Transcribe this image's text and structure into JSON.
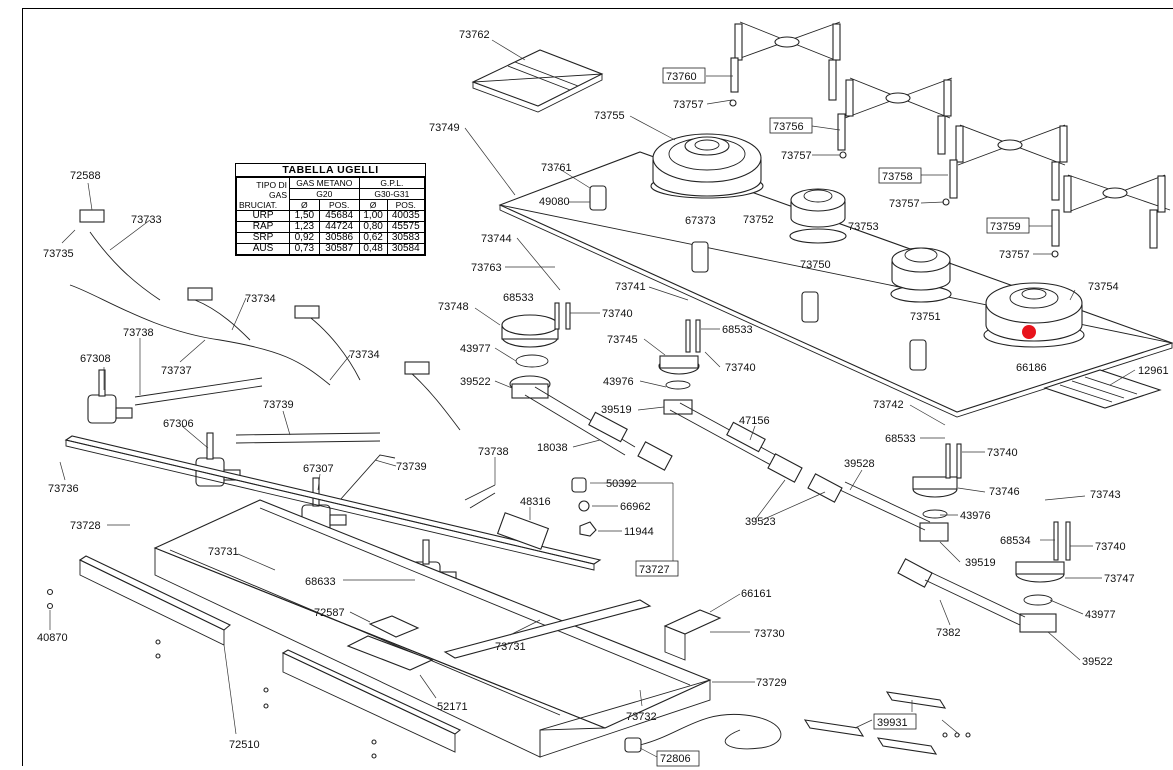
{
  "legend": {
    "title": "TABELLA UGELLI",
    "col_tipo": "TIPO DI",
    "col_gas": "GAS",
    "col_bruciat": "BRUCIAT.",
    "gas1_name": "GAS METANO",
    "gas1_code": "G20",
    "gas2_name": "G.P.L.",
    "gas2_code": "G30-G31",
    "diam": "Ø",
    "pos": "POS.",
    "rows": [
      {
        "burner": "URP",
        "d1": "1,50",
        "p1": "45684",
        "d2": "1,00",
        "p2": "40035"
      },
      {
        "burner": "RAP",
        "d1": "1,23",
        "p1": "44724",
        "d2": "0,80",
        "p2": "45575"
      },
      {
        "burner": "SRP",
        "d1": "0,92",
        "p1": "30586",
        "d2": "0,62",
        "p2": "30583"
      },
      {
        "burner": "AUS",
        "d1": "0,73",
        "p1": "30587",
        "d2": "0,48",
        "p2": "30584"
      }
    ]
  },
  "labels": {
    "p73762": "73762",
    "p73760": "73760",
    "p73757a": "73757",
    "p73756": "73756",
    "p73757b": "73757",
    "p73758": "73758",
    "p73757c": "73757",
    "p73759": "73759",
    "p73757d": "73757",
    "p73755": "73755",
    "p73749": "73749",
    "p73761": "73761",
    "p49080": "49080",
    "p67373": "67373",
    "p73752": "73752",
    "p73750": "73750",
    "p73753": "73753",
    "p73751": "73751",
    "p73754": "73754",
    "p66186": "66186",
    "p12961": "12961",
    "p73744": "73744",
    "p73763": "73763",
    "p68533a": "68533",
    "p73748": "73748",
    "p73740a": "73740",
    "p43977a": "43977",
    "p39522a": "39522",
    "p73741": "73741",
    "p68533b": "68533",
    "p73745": "73745",
    "p73740b": "73740",
    "p43976a": "43976",
    "p39519a": "39519",
    "p18038": "18038",
    "p47156": "47156",
    "p39523": "39523",
    "p39528": "39528",
    "p73742": "73742",
    "p68533c": "68533",
    "p73740c": "73740",
    "p73746": "73746",
    "p43976b": "43976",
    "p39519b": "39519",
    "p73743": "73743",
    "p68534": "68534",
    "p73740d": "73740",
    "p73747": "73747",
    "p43977b": "43977",
    "p39522b": "39522",
    "p7382": "7382",
    "p72588": "72588",
    "p73733": "73733",
    "p73735": "73735",
    "p73734a": "73734",
    "p73734b": "73734",
    "p73738a": "73738",
    "p67308": "67308",
    "p73737": "73737",
    "p73739a": "73739",
    "p67306": "67306",
    "p73739b": "73739",
    "p67307": "67307",
    "p73738b": "73738",
    "p73736": "73736",
    "p73728": "73728",
    "p73731a": "73731",
    "p68633": "68633",
    "p48316": "48316",
    "p50392": "50392",
    "p66962": "66962",
    "p11944": "11944",
    "p73727": "73727",
    "p40870": "40870",
    "p72587": "72587",
    "p66161": "66161",
    "p73730": "73730",
    "p73731b": "73731",
    "p73729": "73729",
    "p52171": "52171",
    "p73732": "73732",
    "p72510": "72510",
    "p39931": "39931",
    "p72806": "72806"
  },
  "colors": {
    "line": "#222222",
    "marker": "#e8141c"
  }
}
